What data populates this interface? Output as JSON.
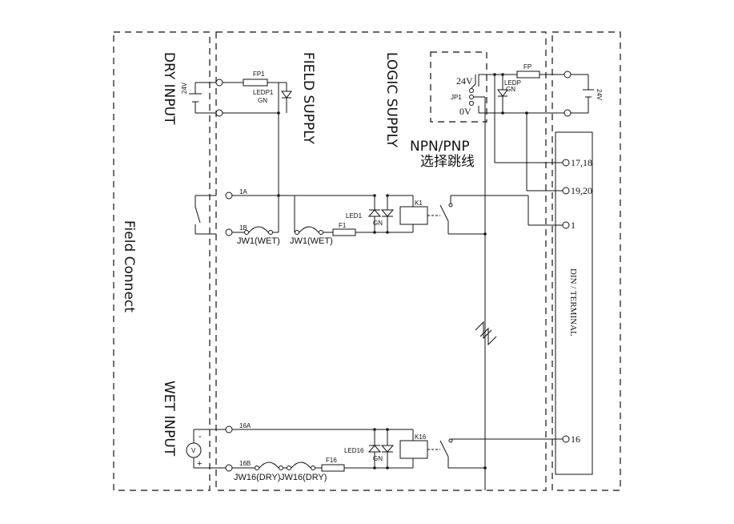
{
  "diagram": {
    "sections": {
      "dry_input": "DRY INPUT",
      "field_supply": "FIELD SUPPLY",
      "logic_supply": "LOGIC SUPPLY",
      "field_connect": "Field Connect",
      "wet_input": "WET INPUT",
      "din_terminal": "DIN / TERMINAL"
    },
    "npn_pnp": "NPN/PNP",
    "jumper_cn": "选择跳线",
    "labels": {
      "v24_left": "24V",
      "fp1": "FP1",
      "ledp1": "LEDP1",
      "gn_top_left": "GN",
      "v24_logic": "24V",
      "jp1": "JP1",
      "v0": "0V",
      "fp": "FP",
      "ledp": "LEDP",
      "gn_top_right": "GN",
      "v24_right": "24V",
      "t_1a": "1A",
      "t_1b": "1B",
      "jw1_a": "JW1(WET)",
      "jw1_b": "JW1(WET)",
      "f1": "F1",
      "led1": "LED1",
      "gn_1": "GN",
      "k1": "K1",
      "t_16a": "16A",
      "t_16b": "16B",
      "jw16_a": "JW16(DRY)",
      "jw16_b": "JW16(DRY)",
      "f16": "F16",
      "led16": "LED16",
      "gn_16": "GN",
      "k16": "K16",
      "v_meter": "V",
      "minus": "-",
      "plus": "+"
    },
    "terminals": {
      "t1718": "17,18",
      "t1920": "19,20",
      "t1": "1",
      "t16": "16"
    }
  }
}
